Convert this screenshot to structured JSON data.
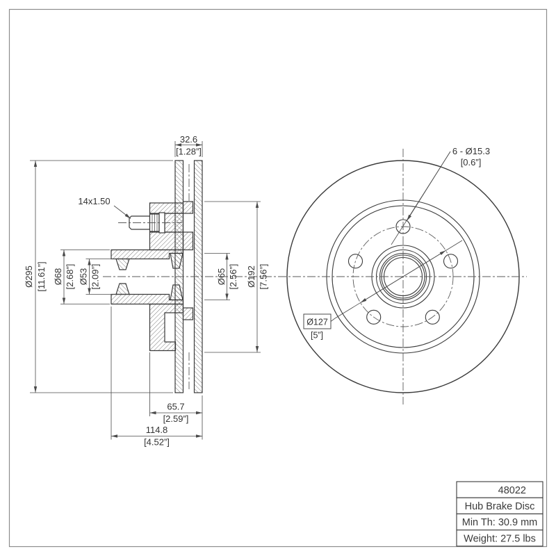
{
  "title_block": {
    "part_number": "48022",
    "part_name": "Hub Brake Disc",
    "min_thickness": "Min Th: 30.9 mm",
    "weight": "Weight: 27.5 lbs"
  },
  "dims": {
    "thickness_mm": "32.6",
    "thickness_in": "[1.28”]",
    "bolt_holes_mm": "6 - Ø15.3",
    "bolt_holes_in": "[0.6”]",
    "stud_thread": "14x1.50",
    "outer_dia_mm": "Ø295",
    "outer_dia_in": "[11.61”]",
    "snout_dia_mm": "Ø68",
    "snout_dia_in": "[2.68”]",
    "bore_dia_mm": "Ø53",
    "bore_dia_in": "[2.09”]",
    "cup_dia_mm": "Ø65",
    "cup_dia_in": "[2.56”]",
    "hat_dia_mm": "Ø192",
    "hat_dia_in": "[7.56”]",
    "bolt_circle_mm": "Ø127",
    "bolt_circle_in": "[5”]",
    "hub_depth_mm": "65.7",
    "hub_depth_in": "[2.59”]",
    "overall_depth_mm": "114.8",
    "overall_depth_in": "[4.52”]"
  },
  "colors": {
    "outline": "#3a3a3a",
    "dimension": "#4a4a4a",
    "centerline": "#5a5a5a",
    "page_border": "#8c8c8c",
    "text": "#333333"
  }
}
